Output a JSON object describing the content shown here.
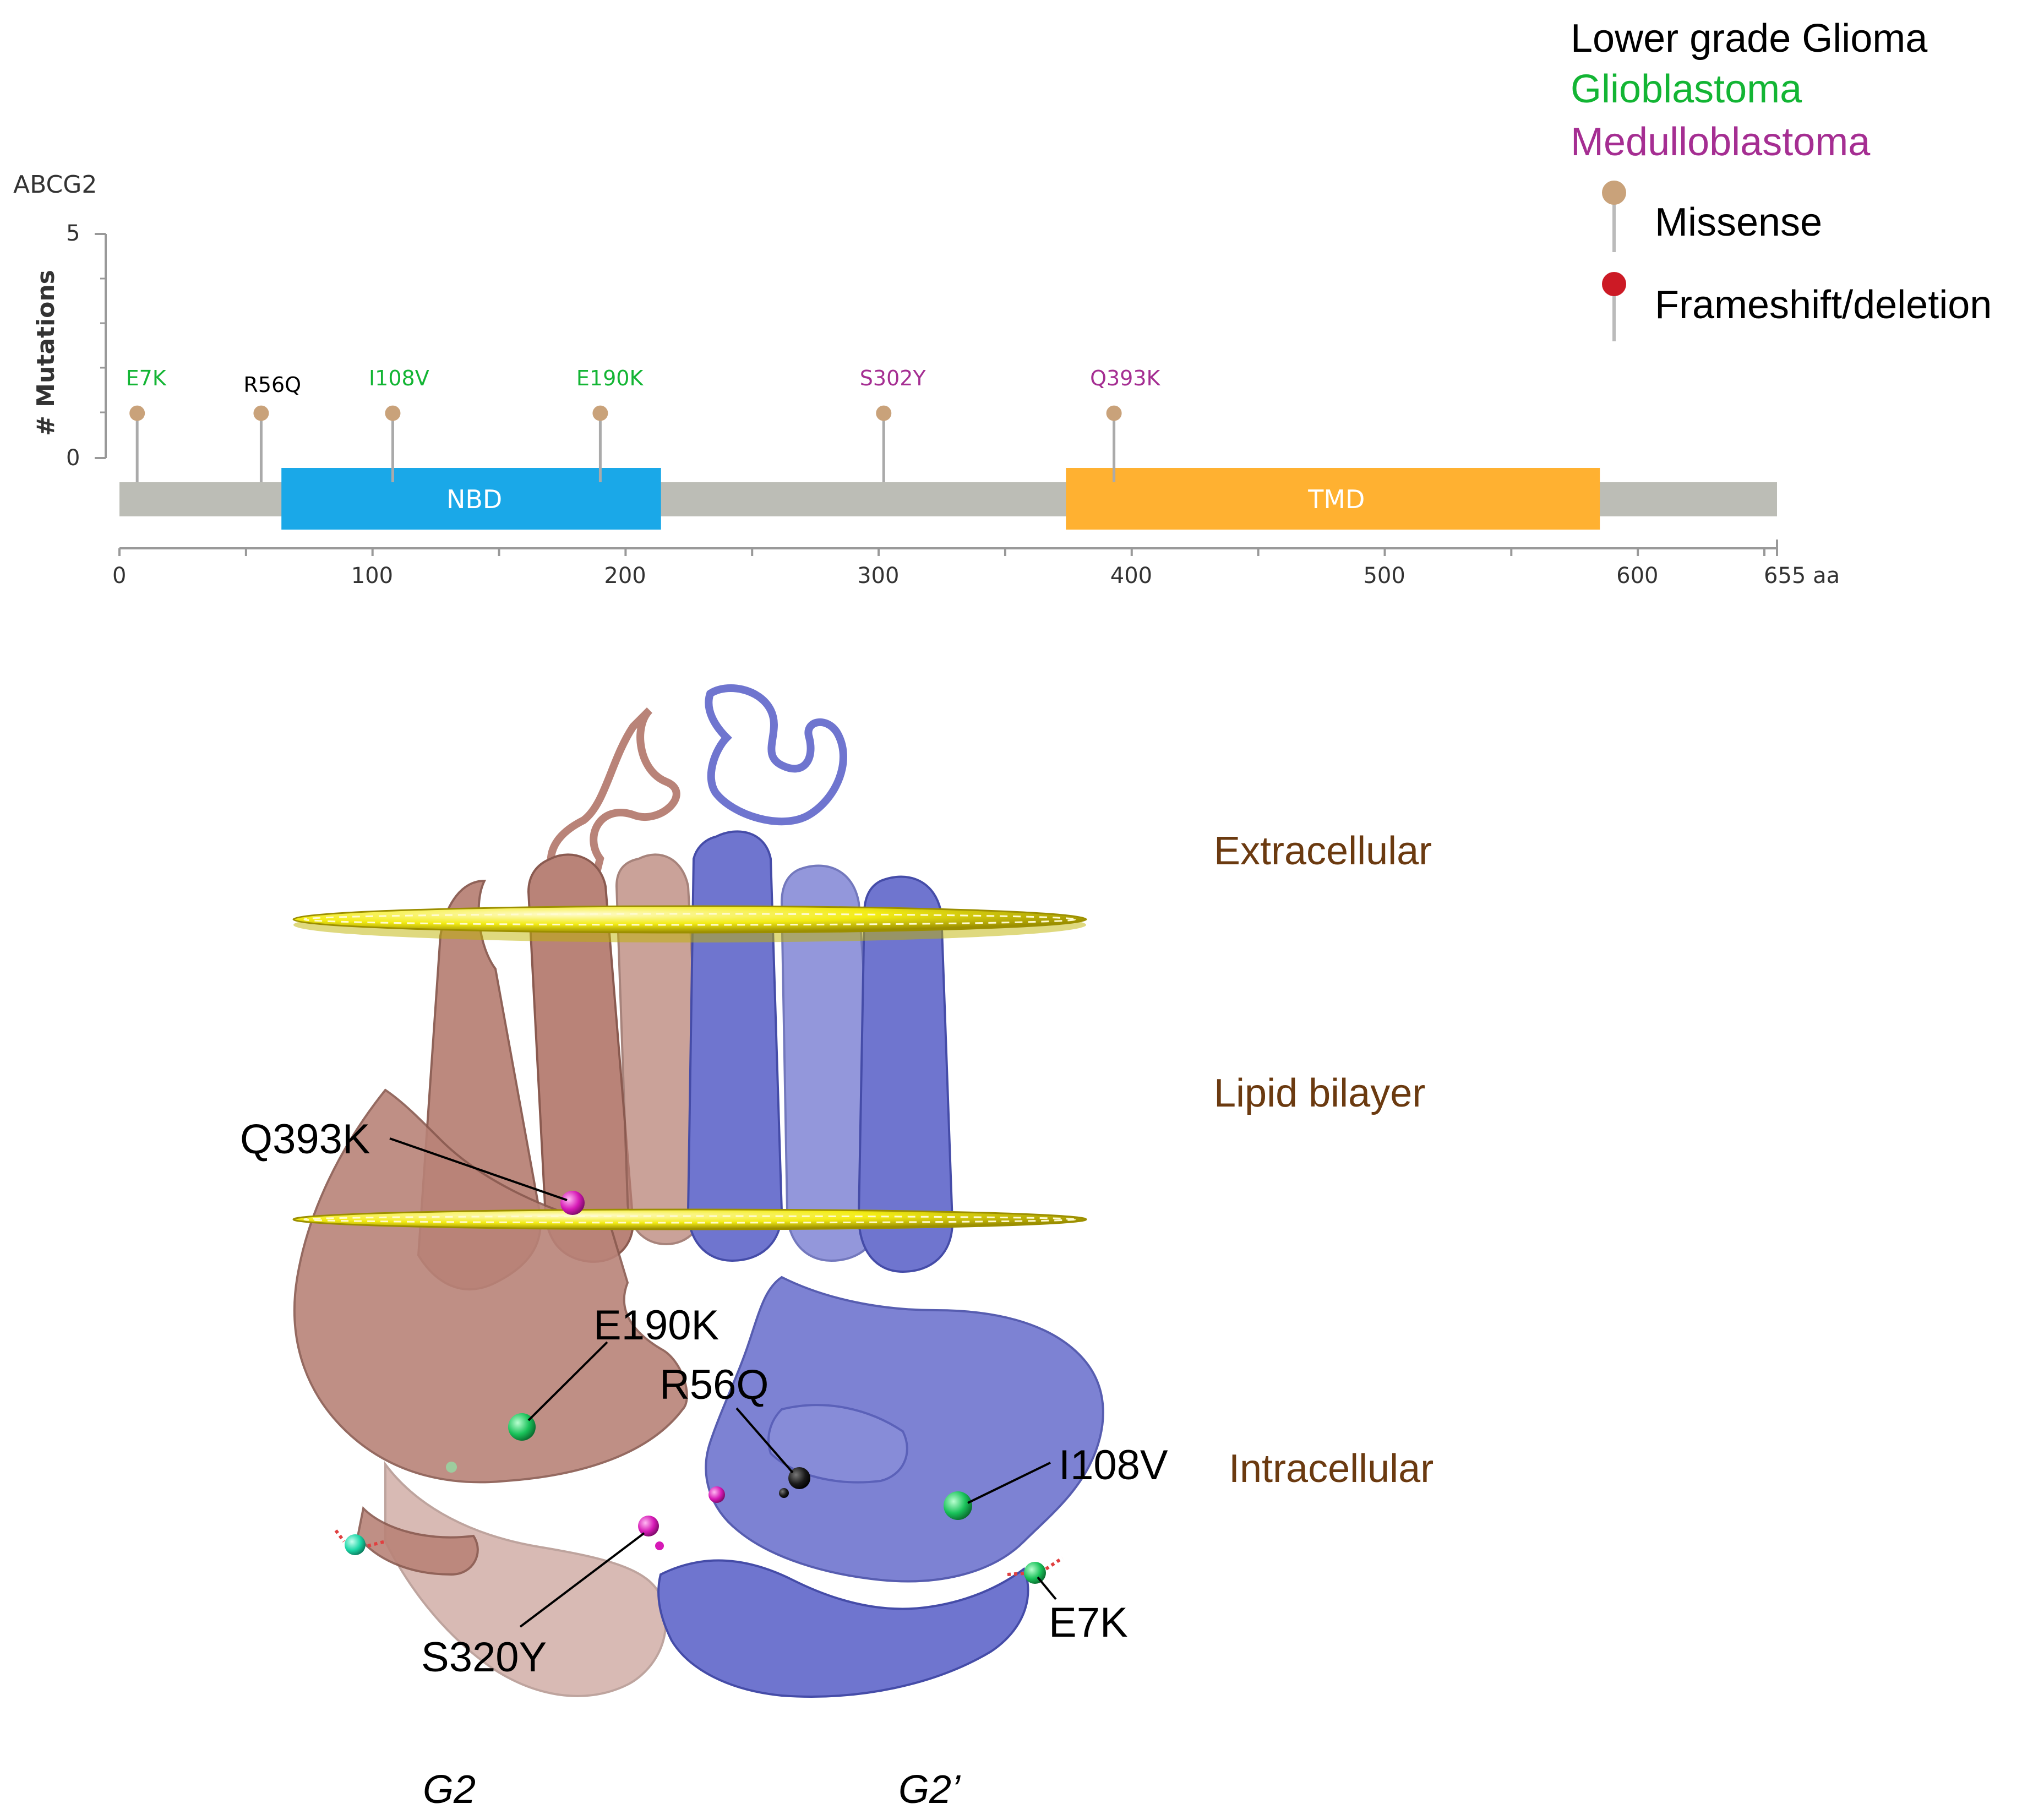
{
  "colors": {
    "lgg": "#000000",
    "gbm": "#13b534",
    "mb": "#a52e92",
    "missense": "#c9a27a",
    "frameshift": "#cc1a25",
    "backbone": "#bcbdb6",
    "nbd": "#1aa8e8",
    "tmd": "#ffb131",
    "chain_g2": "#b98378",
    "chain_g2p": "#6f75cf",
    "membrane": "#f3ec14",
    "region_text": "#6b3a10"
  },
  "legend": {
    "cancer_types": [
      {
        "label": "Lower grade Glioma",
        "color_key": "lgg"
      },
      {
        "label": "Glioblastoma",
        "color_key": "gbm"
      },
      {
        "label": "Medulloblastoma",
        "color_key": "mb"
      }
    ],
    "mutation_types": [
      {
        "label": "Missense",
        "icon": "lollipop-icon",
        "color_key": "missense"
      },
      {
        "label": "Frameshift/deletion",
        "icon": "lollipop-icon",
        "color_key": "frameshift"
      }
    ]
  },
  "lollipop": {
    "gene": "ABCG2",
    "ylabel": "# Mutations",
    "y_ticks": [
      "5",
      "0"
    ],
    "x_ticks": [
      "0",
      "100",
      "200",
      "300",
      "400",
      "500",
      "600",
      "655 aa"
    ],
    "x_tick_values": [
      0,
      100,
      200,
      300,
      400,
      500,
      600,
      655
    ],
    "length_aa": 655,
    "domains": [
      {
        "name": "NBD",
        "start": 64,
        "end": 214,
        "color_key": "nbd"
      },
      {
        "name": "TMD",
        "start": 374,
        "end": 585,
        "color_key": "tmd"
      }
    ],
    "mutations": [
      {
        "label": "E7K",
        "position": 7,
        "count": 1,
        "type": "Missense",
        "cancer": "gbm"
      },
      {
        "label": "R56Q",
        "position": 56,
        "count": 1,
        "type": "Missense",
        "cancer": "lgg"
      },
      {
        "label": "I108V",
        "position": 108,
        "count": 1,
        "type": "Missense",
        "cancer": "gbm"
      },
      {
        "label": "E190K",
        "position": 190,
        "count": 1,
        "type": "Missense",
        "cancer": "gbm"
      },
      {
        "label": "S302Y",
        "position": 302,
        "count": 1,
        "type": "Missense",
        "cancer": "mb"
      },
      {
        "label": "Q393K",
        "position": 393,
        "count": 1,
        "type": "Missense",
        "cancer": "mb"
      }
    ]
  },
  "structure": {
    "regions": [
      "Extracellular",
      "Lipid bilayer",
      "Intracellular"
    ],
    "chains": [
      "G2",
      "G2’"
    ],
    "mutation_labels": [
      "Q393K",
      "E190K",
      "R56Q",
      "I108V",
      "S320Y",
      "E7K"
    ]
  }
}
